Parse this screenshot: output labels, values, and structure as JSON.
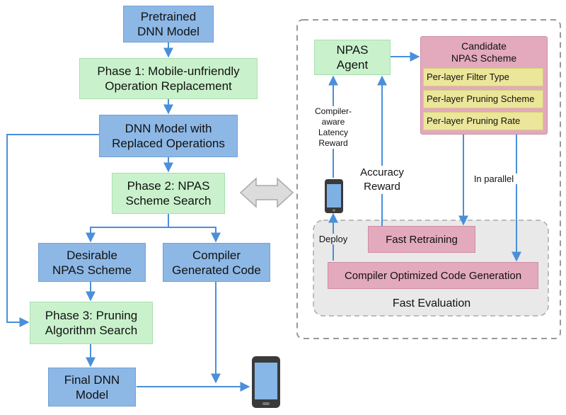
{
  "left": {
    "pretrained": [
      "Pretrained",
      "DNN Model"
    ],
    "phase1": [
      "Phase 1: Mobile-unfriendly",
      "Operation Replacement"
    ],
    "replaced": [
      "DNN Model with",
      "Replaced Operations"
    ],
    "phase2": [
      "Phase 2: NPAS",
      "Scheme Search"
    ],
    "desirable": [
      "Desirable",
      "NPAS Scheme"
    ],
    "compiler_code": [
      "Compiler",
      "Generated Code"
    ],
    "phase3": [
      "Phase 3: Pruning",
      "Algorithm Search"
    ],
    "final": [
      "Final DNN",
      "Model"
    ]
  },
  "right": {
    "agent": [
      "NPAS",
      "Agent"
    ],
    "candidate": [
      "Candidate",
      "NPAS Scheme"
    ],
    "items": [
      "Per-layer Filter Type",
      "Per-layer Pruning Scheme",
      "Per-layer Pruning Rate"
    ],
    "latency_reward": [
      "Compiler-",
      "aware",
      "Latency",
      "Reward"
    ],
    "accuracy_reward": [
      "Accuracy",
      "Reward"
    ],
    "in_parallel": "In parallel",
    "deploy": "Deploy",
    "fast_retraining": "Fast Retraining",
    "code_gen": "Compiler Optimized Code Generation",
    "fast_evaluation": "Fast Evaluation"
  },
  "colors": {
    "arrow": "#4a8fd9",
    "blue_box": "#8db8e6",
    "green_box": "#c9f2cc",
    "pink_box": "#e3a9bd",
    "yellow_box": "#ebe69a",
    "dashed_border": "#999999",
    "eval_fill": "#e9e9e9"
  },
  "icons": [
    "smartphone-icon",
    "double-arrow-icon"
  ]
}
